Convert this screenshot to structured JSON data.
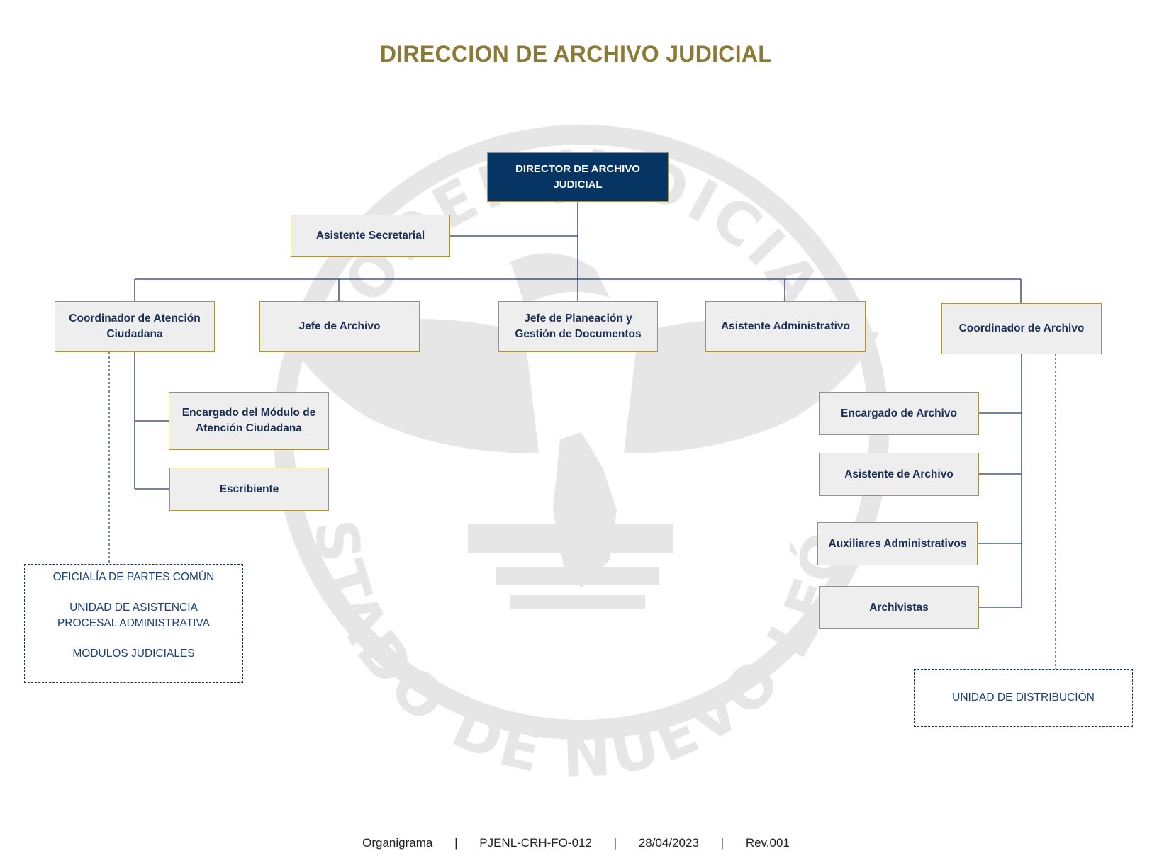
{
  "title": "DIRECCION DE ARCHIVO JUDICIAL",
  "colors": {
    "title": "#8b7a36",
    "director_fill": "#063463",
    "box_fill": "#eeeeee",
    "box_border": "#a89444",
    "text": "#1c2f55",
    "connector": "#1f3a68"
  },
  "watermark": {
    "top_text": "PODER JUDICIAL",
    "bottom_text": "ESTADO DE NUEVO LEÓN"
  },
  "director": "DIRECTOR DE ARCHIVO JUDICIAL",
  "asistente_secretarial": "Asistente Secretarial",
  "level2": [
    "Coordinador de Atención Ciudadana",
    "Jefe de Archivo",
    "Jefe de Planeación y Gestión de Documentos",
    "Asistente Administrativo",
    "Coordinador de Archivo"
  ],
  "left_sub": [
    "Encargado del  Módulo de Atención Ciudadana",
    "Escribiente"
  ],
  "right_sub": [
    "Encargado de Archivo",
    "Asistente de Archivo",
    "Auxiliares  Administrativos",
    "Archivistas"
  ],
  "left_dashed": [
    "OFICIALÍA  DE PARTES COMÚN",
    "UNIDAD DE ASISTENCIA",
    "PROCESAL  ADMINISTRATIVA",
    "MODULOS JUDICIALES"
  ],
  "right_dashed": "UNIDAD DE DISTRIBUCIÓN",
  "footer": {
    "doc_type": "Organigrama",
    "code": "PJENL-CRH-FO-012",
    "date": "28/04/2023",
    "revision": "Rev.001",
    "separator": "|"
  }
}
